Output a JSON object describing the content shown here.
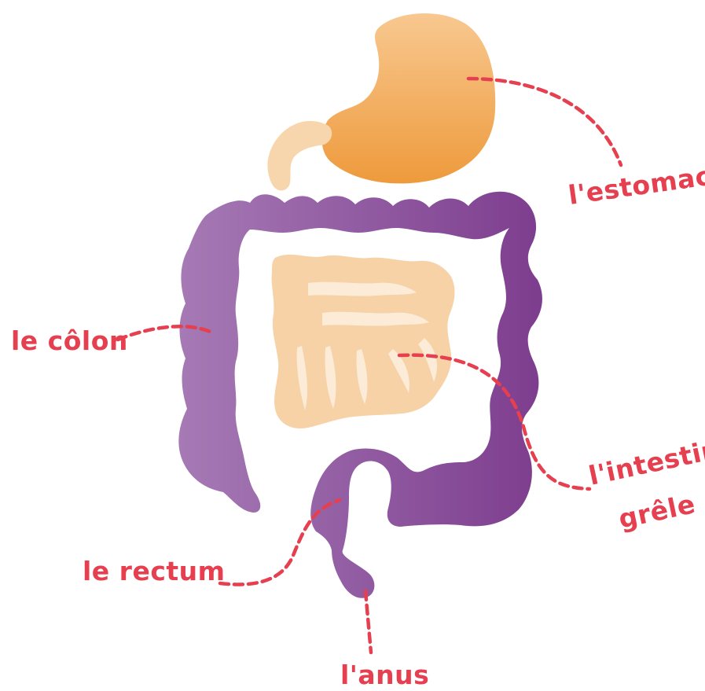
{
  "colors": {
    "label": "#e63f4f",
    "stomach_light": "#f7c48a",
    "stomach_dark": "#ef9b3e",
    "colon_light": "#a679b4",
    "colon_dark": "#7e3f8f",
    "small_intestine": "#f6d3a8",
    "duodenum": "#f8d8b0"
  },
  "labels": {
    "stomach": "l'estomac",
    "colon": "le côlon",
    "small_intestine_line1": "l'intestin",
    "small_intestine_line2": "grêle",
    "rectum": "le rectum",
    "anus": "l'anus"
  }
}
